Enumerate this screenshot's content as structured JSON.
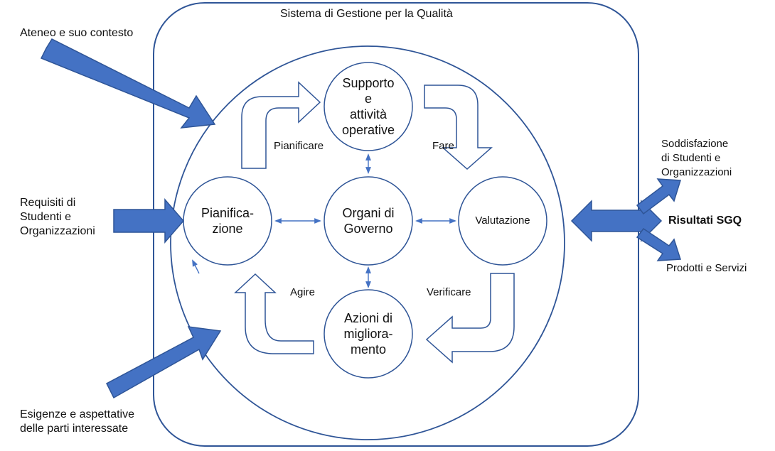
{
  "colors": {
    "outline": "#2f5597",
    "arrow_fill": "#4472c4",
    "arrow_stroke": "#2f5597",
    "background": "#ffffff"
  },
  "system": {
    "title": "Sistema di Gestione per la Qualità"
  },
  "nodes": {
    "supporto": [
      "Supporto",
      "e",
      "attività",
      "operative"
    ],
    "pianificazione": [
      "Pianifica-",
      "zione"
    ],
    "organi": [
      "Organi di",
      "Governo"
    ],
    "valutazione": [
      "Valutazione"
    ],
    "azioni": [
      "Azioni di",
      "migliora-",
      "mento"
    ]
  },
  "cycle_labels": {
    "pianificare": "Pianificare",
    "fare": "Fare",
    "verificare": "Verificare",
    "agire": "Agire"
  },
  "inputs": {
    "ateneo": "Ateneo e suo contesto",
    "requisiti": [
      "Requisiti di",
      "Studenti e",
      "Organizzazioni"
    ],
    "esigenze": [
      "Esigenze e aspettative",
      "delle parti interessate"
    ]
  },
  "outputs": {
    "soddisfazione": [
      "Soddisfazione",
      "di Studenti e",
      "Organizzazioni"
    ],
    "risultati": "Risultati SGQ",
    "prodotti": "Prodotti e Servizi"
  }
}
